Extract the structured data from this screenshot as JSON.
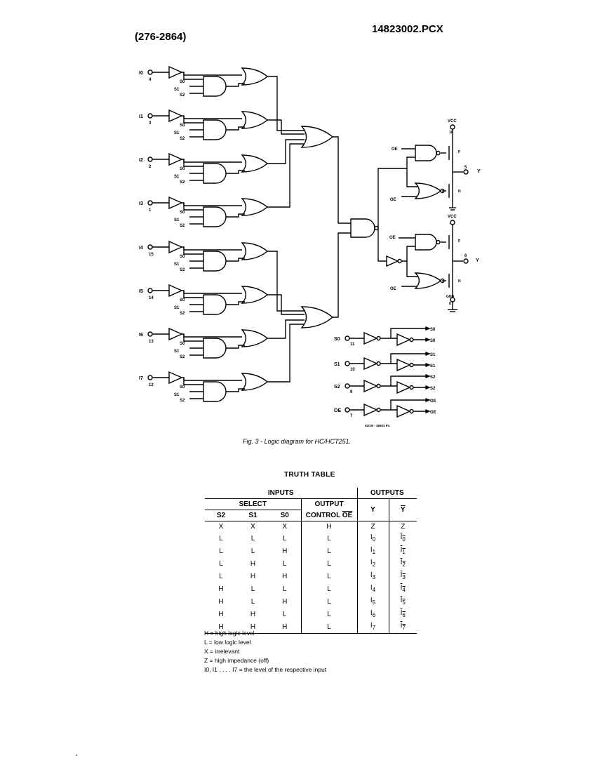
{
  "header": {
    "part_number": "(276-2864)",
    "file_name": "14823002.PCX"
  },
  "diagram": {
    "inputs": [
      {
        "name": "I0",
        "pin": "4"
      },
      {
        "name": "I1",
        "pin": "3"
      },
      {
        "name": "I2",
        "pin": "2"
      },
      {
        "name": "I3",
        "pin": "1"
      },
      {
        "name": "I4",
        "pin": "15"
      },
      {
        "name": "I5",
        "pin": "14"
      },
      {
        "name": "I6",
        "pin": "13"
      },
      {
        "name": "I7",
        "pin": "12"
      }
    ],
    "selects": [
      {
        "name": "S0",
        "pin": "11"
      },
      {
        "name": "S1",
        "pin": "10"
      },
      {
        "name": "S2",
        "pin": "9"
      },
      {
        "name": "OE",
        "pin": "7"
      }
    ],
    "vcc_label": "VCC",
    "vcc_pin": "16",
    "gnd_label": "GND",
    "gnd_pin": "8",
    "output_y": "Y",
    "output_y_pin": "5",
    "output_ybar": "Y",
    "output_ybar_pin": "6",
    "oe_label": "OE",
    "p_label": "P",
    "n_label": "N",
    "drawing_number": "92CM - 36803 P1"
  },
  "figure_caption": "Fig. 3 - Logic diagram for HC/HCT251.",
  "truth_table": {
    "title": "TRUTH TABLE",
    "inputs_label": "INPUTS",
    "outputs_label": "OUTPUTS",
    "select_label": "SELECT",
    "output_control_label": "OUTPUT",
    "control_label": "CONTROL",
    "oe_label": "OE",
    "col_s2": "S2",
    "col_s1": "S1",
    "col_s0": "S0",
    "col_y": "Y",
    "col_ybar": "Y",
    "rows": [
      {
        "s2": "X",
        "s1": "X",
        "s0": "X",
        "oe": "H",
        "y": "Z",
        "ybar": "Z"
      },
      {
        "s2": "L",
        "s1": "L",
        "s0": "L",
        "oe": "L",
        "y": "I0",
        "ybar": "I0"
      },
      {
        "s2": "L",
        "s1": "L",
        "s0": "H",
        "oe": "L",
        "y": "I1",
        "ybar": "I1"
      },
      {
        "s2": "L",
        "s1": "H",
        "s0": "L",
        "oe": "L",
        "y": "I2",
        "ybar": "I2"
      },
      {
        "s2": "L",
        "s1": "H",
        "s0": "H",
        "oe": "L",
        "y": "I3",
        "ybar": "I3"
      },
      {
        "s2": "H",
        "s1": "L",
        "s0": "L",
        "oe": "L",
        "y": "I4",
        "ybar": "I4"
      },
      {
        "s2": "H",
        "s1": "L",
        "s0": "H",
        "oe": "L",
        "y": "I5",
        "ybar": "I5"
      },
      {
        "s2": "H",
        "s1": "H",
        "s0": "L",
        "oe": "L",
        "y": "I6",
        "ybar": "I6"
      },
      {
        "s2": "H",
        "s1": "H",
        "s0": "H",
        "oe": "L",
        "y": "I7",
        "ybar": "I7"
      }
    ]
  },
  "legend": [
    "H = high logic level",
    "L = low logic level",
    "X = irrelevant",
    "Z = high impedance (off)",
    "I0, I1 . . . . I7 = the level of the respective input"
  ]
}
